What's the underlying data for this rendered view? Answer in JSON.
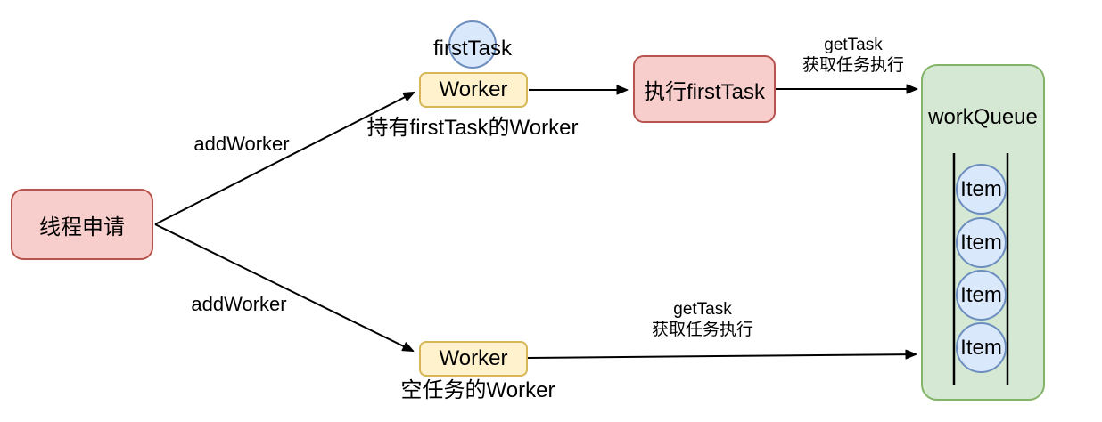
{
  "colors": {
    "node_red_fill": "#f8cecc",
    "node_red_border": "#b85450",
    "node_yellow_fill": "#fff2cc",
    "node_yellow_border": "#d6b656",
    "node_green_fill": "#d5e8d4",
    "node_green_border": "#82b366",
    "node_blue_fill": "#dae8fc",
    "node_blue_border": "#6c8ebf",
    "edge_color": "#000000",
    "background": "#ffffff"
  },
  "nodes": {
    "thread_request": "线程申请",
    "first_task": "firstTask",
    "worker_top": "Worker",
    "worker_top_caption": "持有firstTask的Worker",
    "exec_first_task": "执行firstTask",
    "worker_bottom": "Worker",
    "worker_bottom_caption": "空任务的Worker",
    "work_queue_title": "workQueue",
    "queue_items": [
      "Item",
      "Item",
      "Item",
      "Item"
    ]
  },
  "edges": {
    "add_worker_top": "addWorker",
    "add_worker_bottom": "addWorker",
    "get_task_top_line1": "getTask",
    "get_task_top_line2": "获取任务执行",
    "get_task_bottom_line1": "getTask",
    "get_task_bottom_line2": "获取任务执行"
  }
}
